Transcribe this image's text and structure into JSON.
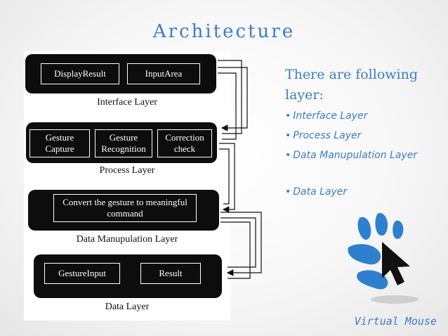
{
  "slide": {
    "title": "Architecture",
    "footer": "Virtual Mouse"
  },
  "diagram": {
    "layers": [
      {
        "caption": "Interface Layer",
        "boxes": [
          "DisplayResult",
          "InputArea"
        ]
      },
      {
        "caption": "Process Layer",
        "boxes": [
          "Gesture\nCapture",
          "Gesture\nRecognition",
          "Correction\ncheck"
        ]
      },
      {
        "caption": "Data Manupulation Layer",
        "boxes": [
          "Convert the gesture to meaningful\ncommand"
        ]
      },
      {
        "caption": "Data Layer",
        "boxes": [
          "GestureInput",
          "Result"
        ]
      }
    ]
  },
  "summary": {
    "heading": "There are following layer:",
    "items": [
      "Interface Layer",
      "Process Layer",
      "Data Manupulation Layer",
      "Data Layer"
    ]
  },
  "colors": {
    "accent": "#3a7ec8",
    "layer_fill": "#0d0d0d",
    "logo_blue": "#2f7fcf"
  },
  "icons": {
    "logo": "hand-cursor-logo"
  }
}
